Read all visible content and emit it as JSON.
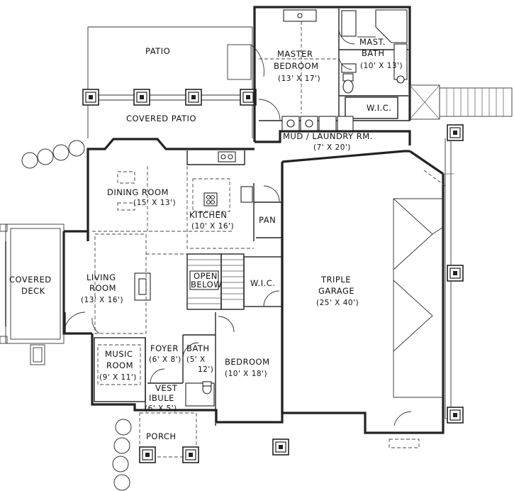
{
  "plan": {
    "rooms": {
      "patio": {
        "label": "PATIO"
      },
      "covered_patio": {
        "label": "COVERED PATIO"
      },
      "master_bedroom": {
        "label": "MASTER",
        "label2": "BEDROOM",
        "dims": "(13' X 17')"
      },
      "master_bath": {
        "label": "MAST.",
        "label2": "BATH",
        "dims": "(10' X 13')"
      },
      "master_wic": {
        "label": "W.I.C."
      },
      "mud_laundry": {
        "label": "MUD / LAUNDRY RM.",
        "dims": "(7' X 20')"
      },
      "dining_room": {
        "label": "DINING ROOM",
        "dims": "(15' X 13')"
      },
      "kitchen": {
        "label": "KITCHEN",
        "dims": "(10' X 16')"
      },
      "pantry": {
        "label": "PAN"
      },
      "covered_deck": {
        "label": "COVERED",
        "label2": "DECK"
      },
      "living_room": {
        "label": "LIVING",
        "label2": "ROOM",
        "dims": "(13' X 16')"
      },
      "open_below": {
        "label": "OPEN",
        "label2": "BELOW"
      },
      "wic": {
        "label": "W.I.C."
      },
      "triple_garage": {
        "label": "TRIPLE",
        "label2": "GARAGE",
        "dims": "(25' X 40')"
      },
      "music_room": {
        "label": "MUSIC",
        "label2": "ROOM",
        "dims": "(9' X 11')"
      },
      "foyer": {
        "label": "FOYER",
        "dims": "(6' X 8')"
      },
      "bath": {
        "label": "BATH",
        "dims": "(5' X",
        "dims2": "12')"
      },
      "bedroom": {
        "label": "BEDROOM",
        "dims": "(10' X 18')"
      },
      "vestibule": {
        "label": "VEST",
        "label2": "IBULE",
        "dims": "(6' X 5')"
      },
      "porch": {
        "label": "PORCH"
      }
    }
  }
}
